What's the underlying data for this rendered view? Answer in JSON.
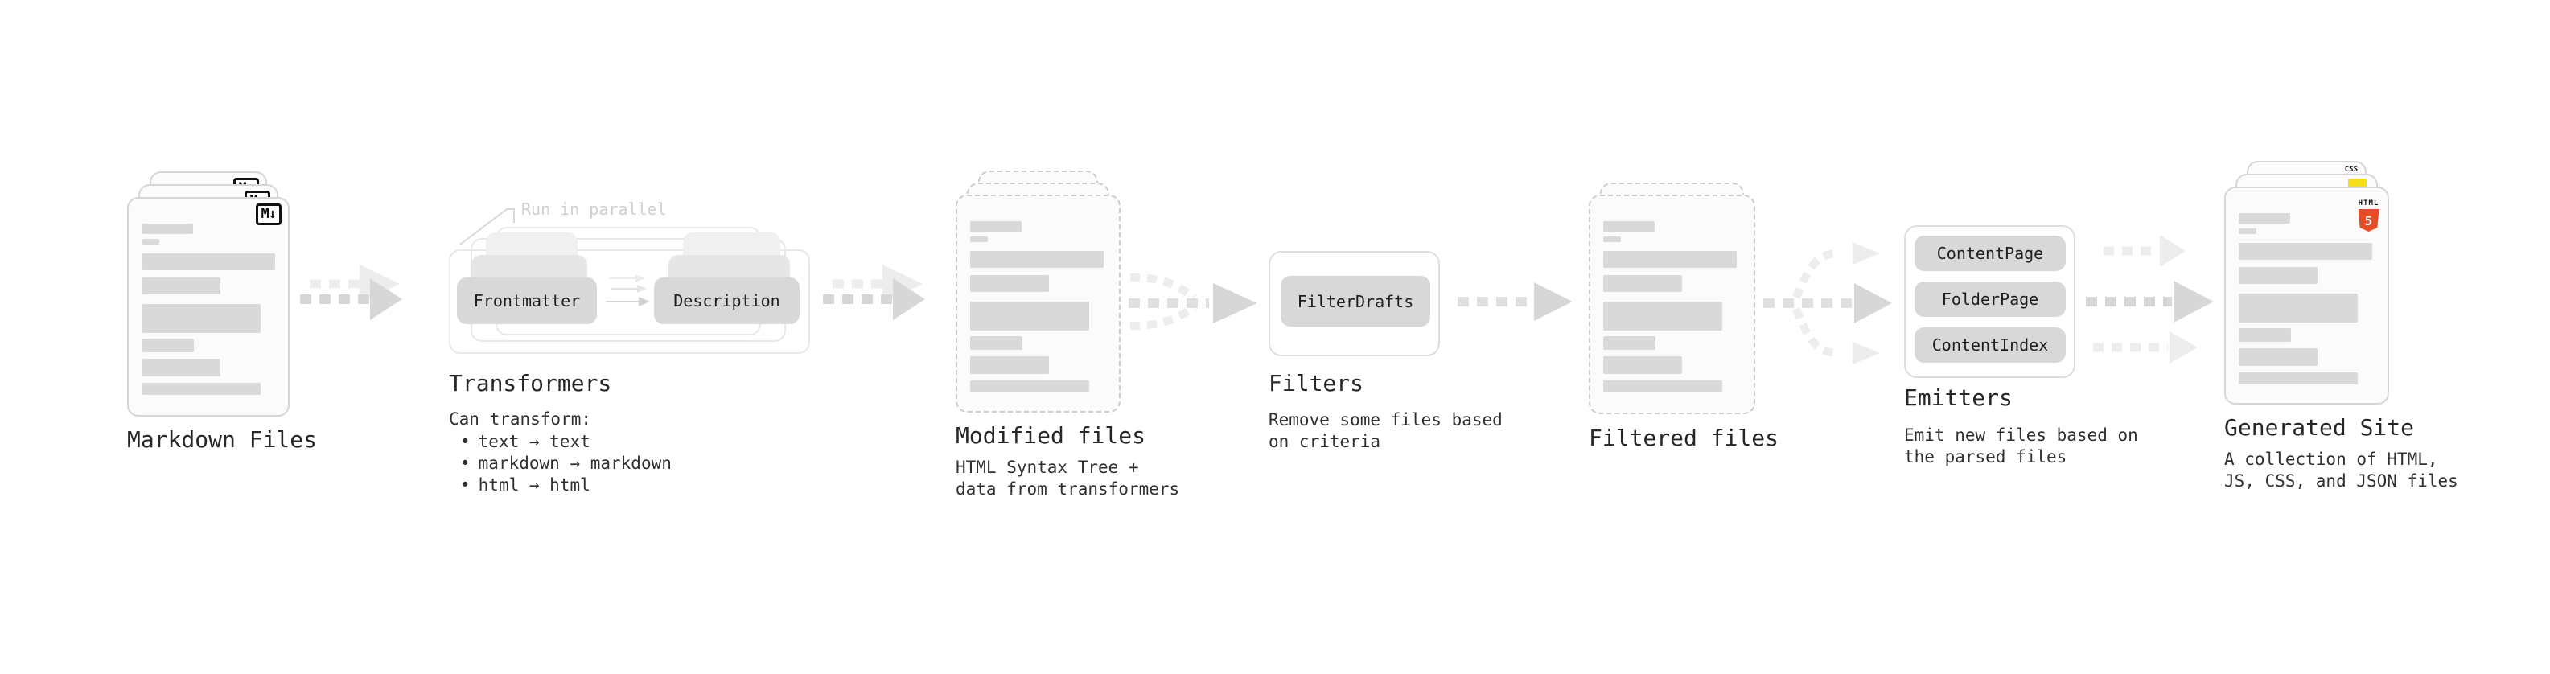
{
  "nodes": {
    "markdown": {
      "label": "Markdown Files",
      "file_icon": "M↓"
    },
    "transformers": {
      "label": "Transformers",
      "annotation": "Run in parallel",
      "pills": [
        "Frontmatter",
        "Description"
      ],
      "desc_heading": "Can transform:",
      "bullets": [
        "text → text",
        "markdown → markdown",
        "html → html"
      ]
    },
    "modified": {
      "label": "Modified files",
      "sub1": "HTML Syntax Tree +",
      "sub2": "data from transformers"
    },
    "filters": {
      "label": "Filters",
      "pills": [
        "FilterDrafts"
      ],
      "sub1": "Remove some files based",
      "sub2": "on criteria"
    },
    "filtered": {
      "label": "Filtered files"
    },
    "emitters": {
      "label": "Emitters",
      "pills": [
        "ContentPage",
        "FolderPage",
        "ContentIndex"
      ],
      "sub1": "Emit new files based on",
      "sub2": "the parsed files"
    },
    "generated": {
      "label": "Generated Site",
      "sub1": "A collection of HTML,",
      "sub2": "JS, CSS, and JSON files",
      "icons": {
        "css": "CSS",
        "html_word": "HTML",
        "html_number": "5"
      }
    }
  },
  "ui": {
    "bullet_char": "•"
  },
  "colors": {
    "background": "#ffffff",
    "card_background": "#fbfbfb",
    "card_border": "#d6d6d6",
    "skeleton_bar": "#d9d9d9",
    "pill_background": "#d8d8d8",
    "outline_box_border": "#e8e8e8",
    "label_text": "#262626",
    "subtext": "#303030",
    "annotation_text": "#cfcfcf",
    "arrow_dark": "#d7d7d7",
    "arrow_mid": "#e0e0e0",
    "arrow_light": "#ededed",
    "markdown_icon": "#111111",
    "html5_orange": "#e44d26",
    "js_yellow": "#f5de19",
    "css_blue": "#2965f1"
  }
}
